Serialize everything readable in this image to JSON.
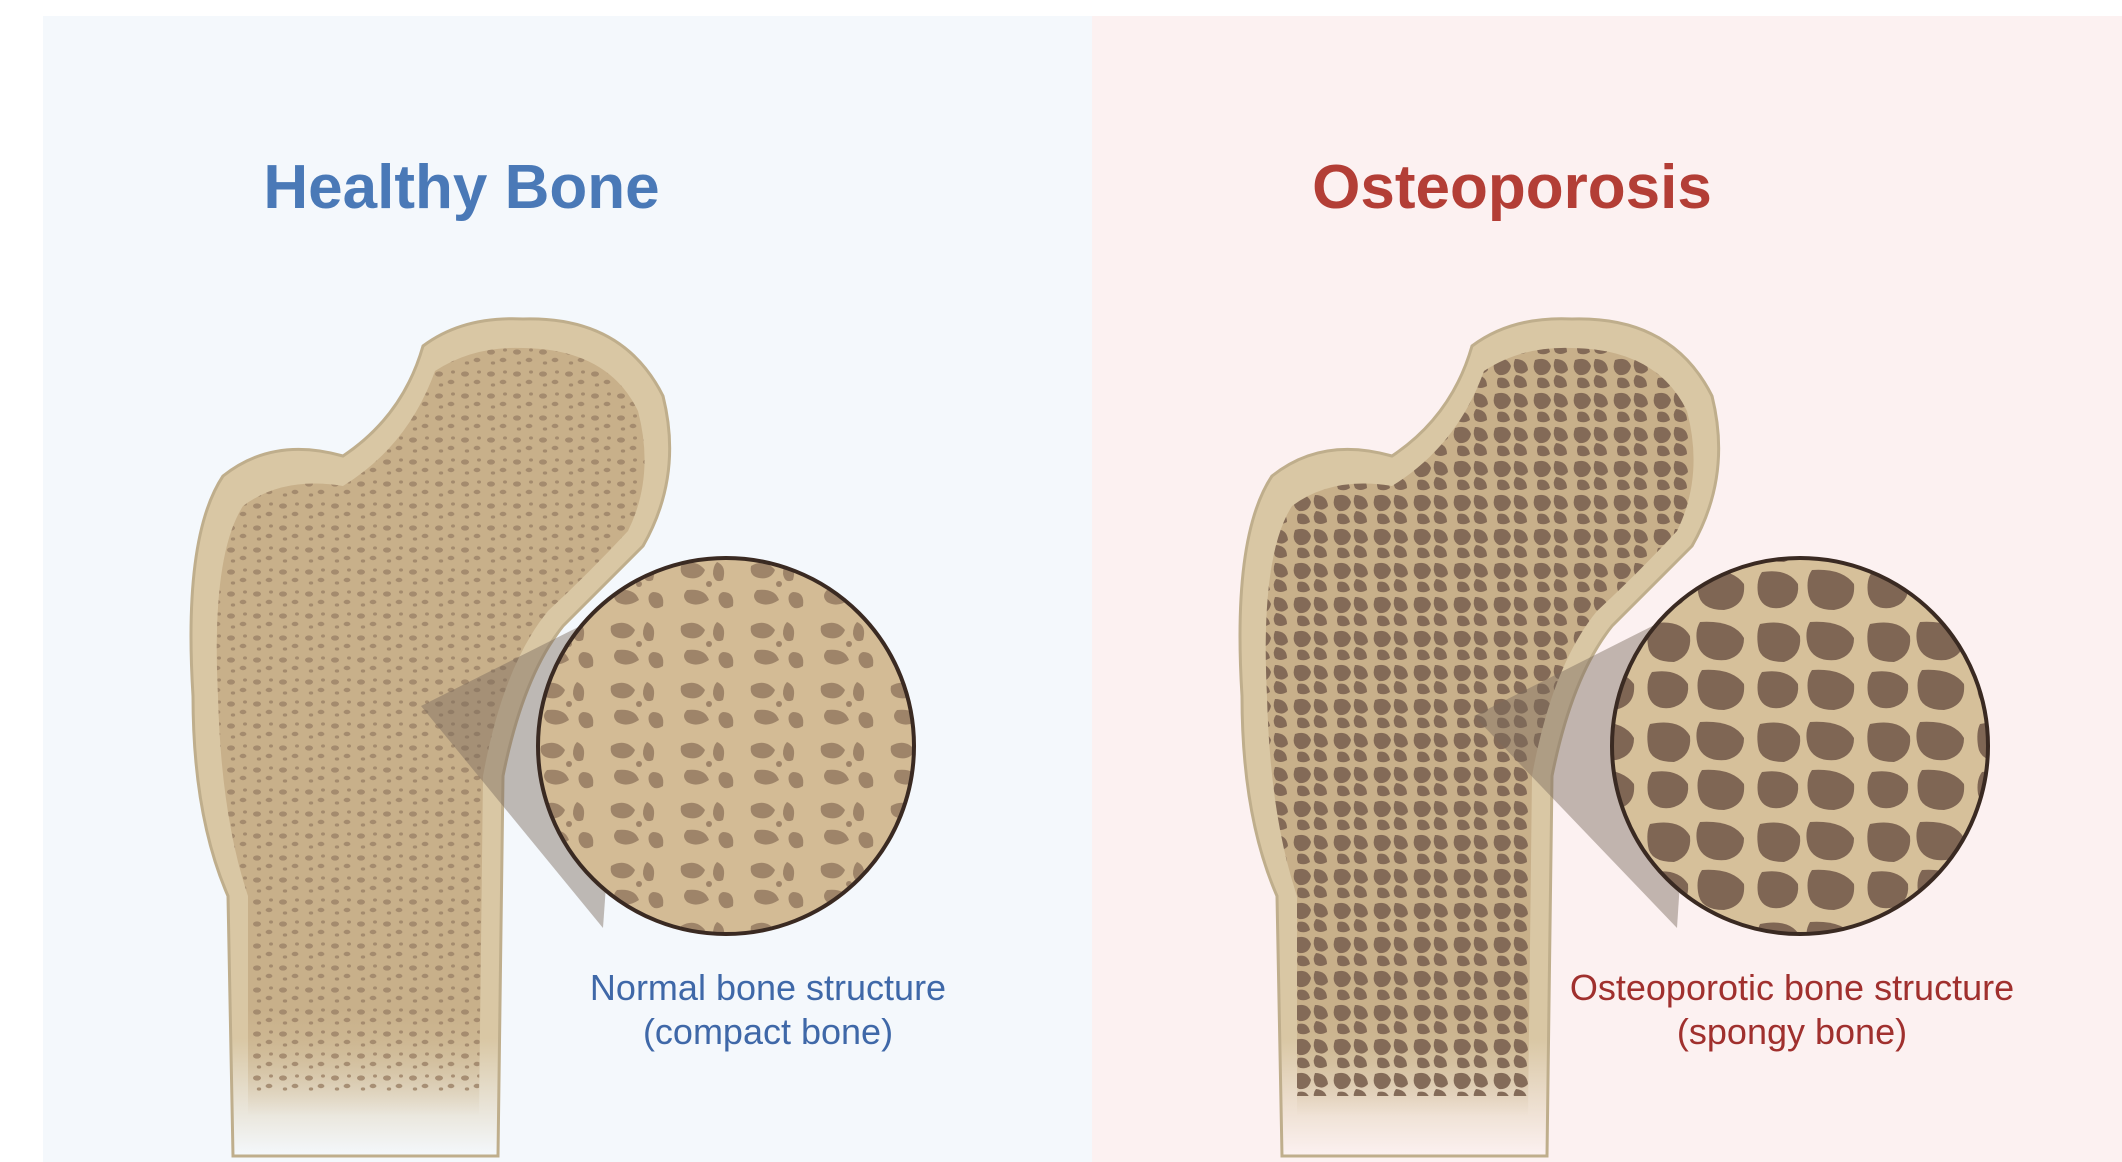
{
  "panels": {
    "healthy": {
      "title": "Healthy Bone",
      "caption_line1": "Normal bone structure",
      "caption_line2": "(compact bone)",
      "accent_color": "#4a79b7",
      "background": "#f4f8fc"
    },
    "osteoporosis": {
      "title": "Osteoporosis",
      "caption_line1": "Osteoporotic bone structure",
      "caption_line2": "(spongy bone)",
      "accent_color": "#b33e36",
      "background": "#fcf1f1"
    }
  },
  "colors": {
    "bone_outer": "#d9c7a4",
    "bone_inner": "#c8b08a",
    "trabecula_healthy": "#9e8469",
    "trabecula_porous": "#7f6654",
    "outline": "#3a2a22"
  },
  "icons": [
    "femur-healthy-illustration",
    "femur-osteoporosis-illustration",
    "magnifier-circle"
  ]
}
